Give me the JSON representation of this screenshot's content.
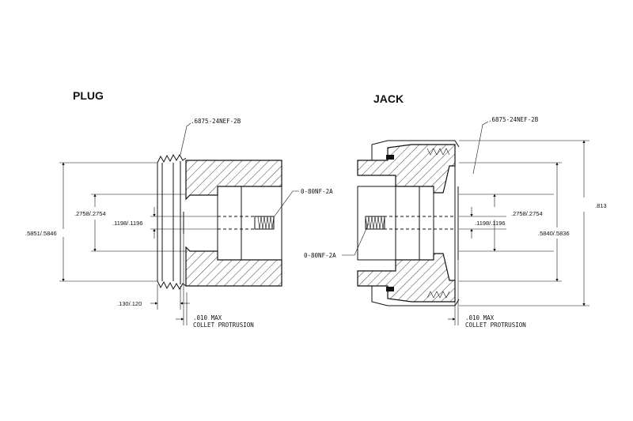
{
  "plug": {
    "title": "PLUG",
    "thread_label": ".6875-24NEF-2B",
    "screw_label": "0-80NF-2A",
    "dim_outer": ".5851/.5846",
    "dim_mid": ".2758/.2754",
    "dim_inner": ".1198/.1196",
    "dim_flange": ".130/.120",
    "protrusion_1": ".010 MAX",
    "protrusion_2": "COLLET PROTRUSION"
  },
  "jack": {
    "title": "JACK",
    "thread_label": ".6875-24NEF-2B",
    "screw_label": "0-80NF-2A",
    "dim_overall": ".813",
    "dim_outer": ".5840/.5836",
    "dim_mid": ".2758/.2754",
    "dim_inner": ".1198/.1196",
    "protrusion_1": ".010 MAX",
    "protrusion_2": "COLLET PROTRUSION"
  }
}
